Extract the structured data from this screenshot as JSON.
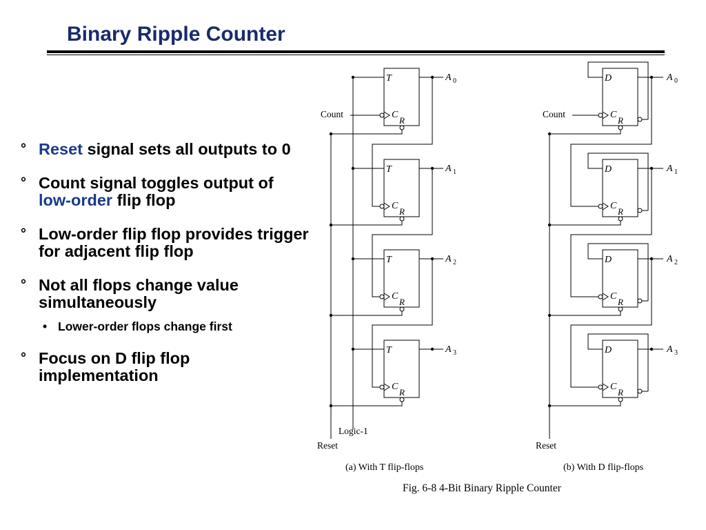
{
  "slide": {
    "title": "Binary Ripple Counter"
  },
  "bullets": {
    "marker": "°",
    "sub_marker": "•",
    "items": [
      {
        "highlight": "Reset",
        "rest": " signal sets all outputs to 0"
      },
      {
        "pre": "Count signal toggles output of ",
        "highlight": "low-order",
        "post": " flip flop"
      },
      {
        "text": "Low-order flip flop provides trigger for adjacent flip flop"
      },
      {
        "text": "Not all flops change value simultaneously",
        "sub": "Lower-order flops change first"
      },
      {
        "text": "Focus on D flip flop implementation"
      }
    ]
  },
  "figure": {
    "caption": "Fig. 6-8  4-Bit Binary Ripple Counter",
    "t_counter": {
      "ff_label": "T",
      "caption": "(a) With T flip-flops",
      "count_label": "Count",
      "logic_label": "Logic-1",
      "reset_label": "Reset"
    },
    "d_counter": {
      "ff_label": "D",
      "caption": "(b) With D flip-flops",
      "count_label": "Count",
      "reset_label": "Reset"
    },
    "clock_label": "C",
    "reset_pin": "R",
    "outputs": [
      "A",
      "A",
      "A",
      "A"
    ],
    "output_subscripts": [
      "0",
      "1",
      "2",
      "3"
    ]
  },
  "colors": {
    "title": "#1a2a6c",
    "highlight": "#1a3a8a"
  }
}
